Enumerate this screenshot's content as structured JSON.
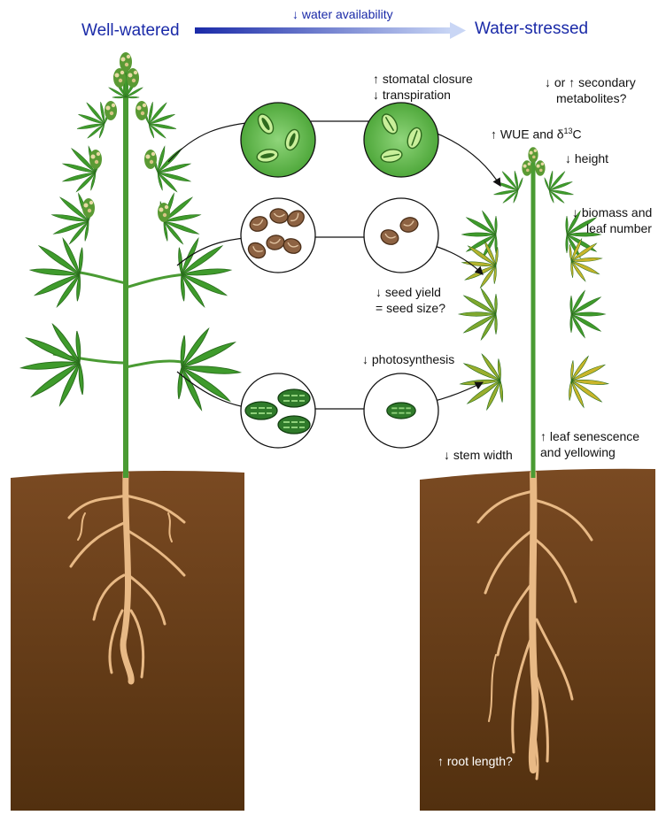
{
  "header": {
    "left_title": "Well-watered",
    "right_title": "Water-stressed",
    "arrow_label": "↓ water availability"
  },
  "effects": {
    "stomata_line1": "↑ stomatal closure",
    "stomata_line2": "↓ transpiration",
    "secondary_line1": "↓ or ↑ secondary",
    "secondary_line2": "metabolites?",
    "wue_prefix": "↑ WUE and δ",
    "wue_sup": "13",
    "wue_suffix": "C",
    "height": "↓ height",
    "biomass_line1": "↓ biomass and",
    "biomass_line2": "leaf number",
    "seed_line1": "↓ seed yield",
    "seed_line2": "= seed size?",
    "photosynthesis": "↓ photosynthesis",
    "stem_width": "↓ stem width",
    "senescence_line1": "↑ leaf senescence",
    "senescence_line2": "and yellowing",
    "root_length": "↑ root length?"
  },
  "colors": {
    "title_blue": "#1a2aa8",
    "leaf_green": "#3f9b2c",
    "leaf_yellow": "#c9b52a",
    "soil_brown": "#6e4320",
    "root_tan": "#e8b985",
    "stomata_circle": "#6cc35a",
    "chloroplast": "#2f7a2a",
    "seed_brown": "#8d6242"
  }
}
